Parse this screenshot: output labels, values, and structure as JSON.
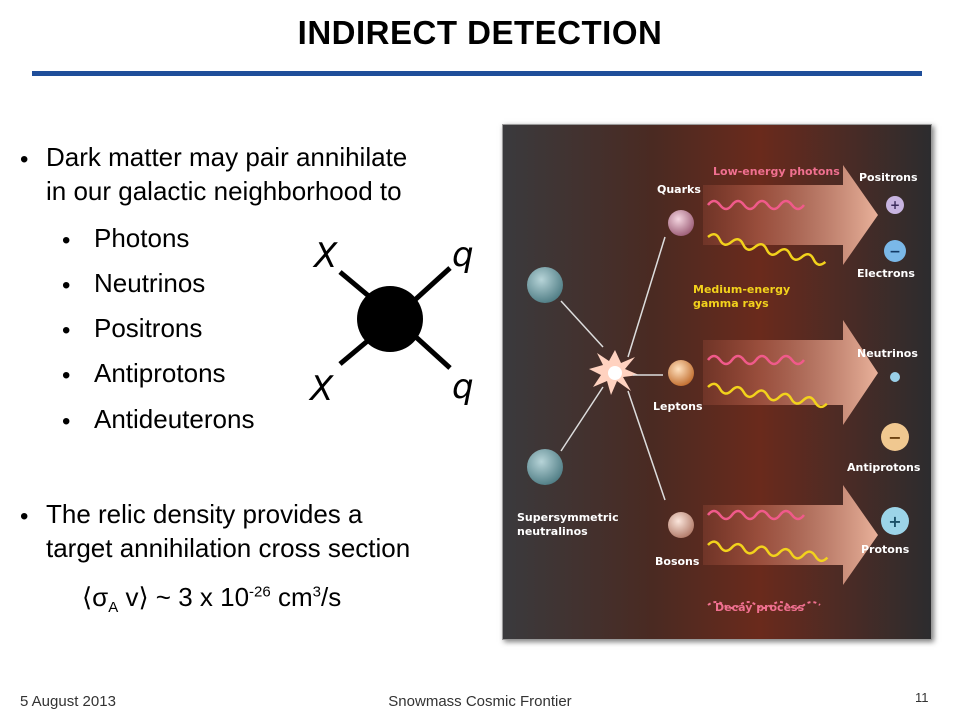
{
  "slide": {
    "title": "INDIRECT DETECTION",
    "bullet1": {
      "line1": "Dark matter may pair annihilate",
      "line2": "in our galactic neighborhood to"
    },
    "sub_bullets": [
      "Photons",
      "Neutrinos",
      "Positrons",
      "Antiprotons",
      "Antideuterons"
    ],
    "bullet2": {
      "line1": "The relic density provides a",
      "line2": "target annihilation cross section"
    },
    "formula": {
      "open": "⟨",
      "sigma": "σ",
      "sub": "A",
      "mid": " v⟩ ~ 3 x 10",
      "exp": "-26",
      "unit": " cm",
      "unit_exp": "3",
      "tail": "/s"
    },
    "bullet_char": "•"
  },
  "feynman": {
    "x_top": "X",
    "x_bottom": "X",
    "q_top": "q",
    "q_bottom": "q"
  },
  "diagram": {
    "left_label_1": "Supersymmetric",
    "left_label_2": "neutralinos",
    "quarks": "Quarks",
    "leptons": "Leptons",
    "bosons": "Bosons",
    "low_energy": "Low-energy photons",
    "medium_1": "Medium-energy",
    "medium_2": "gamma rays",
    "positrons": "Positrons",
    "electrons": "Electrons",
    "neutrinos": "Neutrinos",
    "antiprotons": "Antiprotons",
    "protons": "Protons",
    "decay": "Decay process",
    "plus": "+",
    "minus": "−"
  },
  "footer": {
    "date": "5 August 2013",
    "center": "Snowmass Cosmic Frontier",
    "page": "11"
  },
  "colors": {
    "rule": "#1f4e9a",
    "panel_bg": "#2a2a2c",
    "yellow_label": "#f2d21c",
    "pink_label": "#f07090"
  }
}
